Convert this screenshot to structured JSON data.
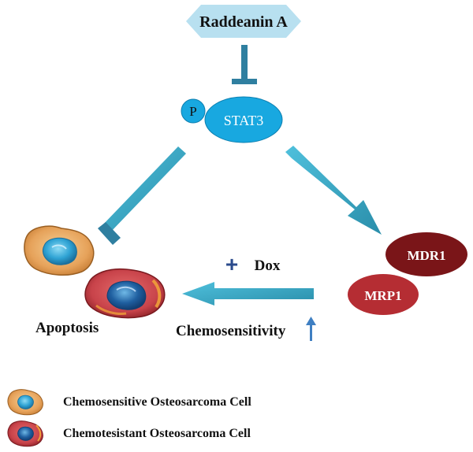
{
  "drug": {
    "label": "Raddeanin A",
    "fill": "#b8e0f0"
  },
  "target": {
    "phospho_label": "P",
    "label": "STAT3",
    "fill": "#18a8e0"
  },
  "transporters": [
    {
      "label": "MDR1",
      "fill": "#7a1518"
    },
    {
      "label": "MRP1",
      "fill": "#b52d33"
    }
  ],
  "treatment": {
    "label": "Dox",
    "plus_symbol": "+"
  },
  "outcomes": {
    "apoptosis": "Apoptosis",
    "chemosensitivity": "Chemosensitivity"
  },
  "legend": [
    {
      "label": "Chemosensitive Osteosarcoma Cell",
      "cell_type": "sensitive"
    },
    {
      "label": "Chemotesistant Osteosarcoma Cell",
      "cell_type": "resistant"
    }
  ],
  "colors": {
    "arrow": "#3aaccc",
    "arrow_dark": "#2a8eaa",
    "inhibit_bar": "#2f7fa0",
    "up_arrow": "#3f7fc2",
    "sensitive_cell_outer": "#e8a860",
    "resistant_cell_outer": "#c8434a",
    "nucleus": "#2a8fc0"
  }
}
